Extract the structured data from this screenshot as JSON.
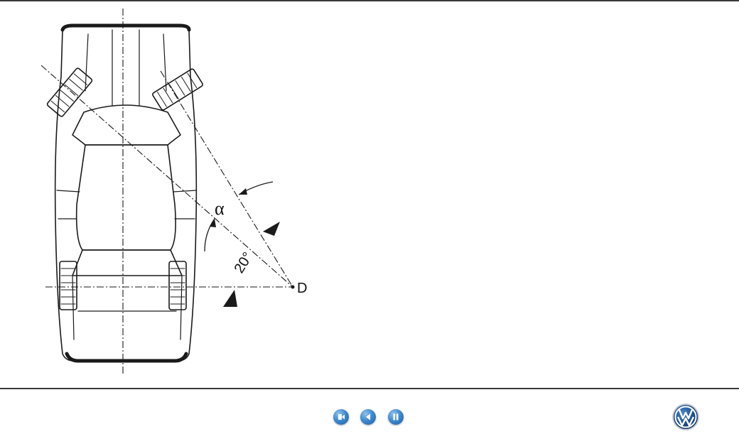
{
  "figure": {
    "label_alpha": "α",
    "label_angle": "20°",
    "label_point": "D"
  },
  "controls": {
    "first_icon": "skip-to-start-icon",
    "prev_icon": "previous-icon",
    "pause_icon": "pause-icon"
  },
  "brand": {
    "logo_icon": "vw-logo-icon",
    "accent": "#2f78c4",
    "logo_color": "#1b4f8f"
  }
}
